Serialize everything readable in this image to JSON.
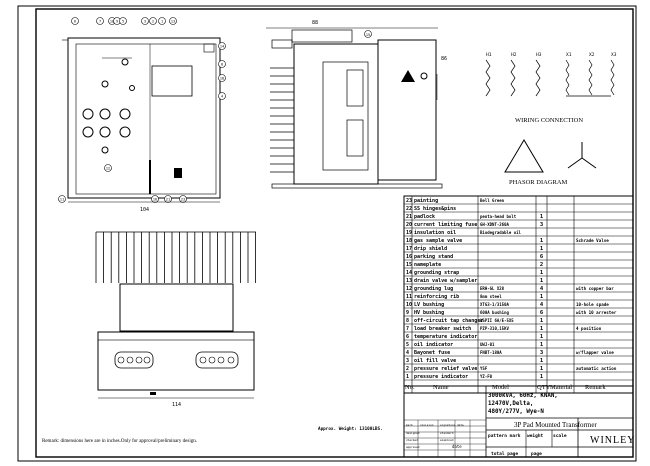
{
  "bom_header": {
    "no": "No.",
    "name": "Name",
    "model": "Model",
    "qty": "QTY",
    "material": "Material",
    "remark": "Remark"
  },
  "bom": [
    {
      "no": "23",
      "name": "painting",
      "model": "Bell Green",
      "qty": "",
      "remark": ""
    },
    {
      "no": "22",
      "name": "SS hinges&pins",
      "model": "",
      "qty": "",
      "remark": ""
    },
    {
      "no": "21",
      "name": "padlock",
      "model": "penta-head bolt",
      "qty": "1",
      "remark": ""
    },
    {
      "no": "20",
      "name": "current limiting fuse",
      "model": "GH-XDNT-260A",
      "qty": "3",
      "remark": ""
    },
    {
      "no": "19",
      "name": "insulation oil",
      "model": "Biodegradable oil",
      "qty": "",
      "remark": ""
    },
    {
      "no": "18",
      "name": "gas sample valve",
      "model": "",
      "qty": "1",
      "remark": "Schrade Valve"
    },
    {
      "no": "17",
      "name": "drip shield",
      "model": "",
      "qty": "1",
      "remark": ""
    },
    {
      "no": "16",
      "name": "parking stand",
      "model": "",
      "qty": "6",
      "remark": ""
    },
    {
      "no": "15",
      "name": "nameplate",
      "model": "",
      "qty": "2",
      "remark": ""
    },
    {
      "no": "14",
      "name": "grounding strap",
      "model": "",
      "qty": "1",
      "remark": ""
    },
    {
      "no": "13",
      "name": "drain valve w/sampler",
      "model": "",
      "qty": "1",
      "remark": ""
    },
    {
      "no": "12",
      "name": "grounding lug",
      "model": "ERH-GL X28",
      "qty": "4",
      "remark": "with copper bar"
    },
    {
      "no": "11",
      "name": "reinforcing rib",
      "model": "8mm steel",
      "qty": "1",
      "remark": ""
    },
    {
      "no": "10",
      "name": "LV bushing",
      "model": "XTG3-1/3150A",
      "qty": "4",
      "remark": "10-hole spade"
    },
    {
      "no": "9",
      "name": "HV bushing",
      "model": "600A bushing",
      "qty": "6",
      "remark": "with 10 arrester"
    },
    {
      "no": "8",
      "name": "off-circuit tap changer",
      "model": "WSPII 6A/E-5X5",
      "qty": "1",
      "remark": ""
    },
    {
      "no": "7",
      "name": "load breaker switch",
      "model": "PZP-310,15KV",
      "qty": "1",
      "remark": "4 position"
    },
    {
      "no": "6",
      "name": "temperature indicator",
      "model": "",
      "qty": "1",
      "remark": ""
    },
    {
      "no": "5",
      "name": "oil indicator",
      "model": "UWJ-01",
      "qty": "1",
      "remark": ""
    },
    {
      "no": "4",
      "name": "Bayonet fuse",
      "model": "FNBT-180A",
      "qty": "3",
      "remark": "w/flapper valve"
    },
    {
      "no": "3",
      "name": "oil fill valve",
      "model": "",
      "qty": "1",
      "remark": ""
    },
    {
      "no": "2",
      "name": "pressure relief valve",
      "model": "YSF",
      "qty": "1",
      "remark": "automatic action"
    },
    {
      "no": "1",
      "name": "pressure indicator",
      "model": "YZ-F0",
      "qty": "1",
      "remark": ""
    }
  ],
  "spec": [
    "3000kVA, 60Hz, KNAN,",
    "12470V,Delta,",
    "480Y/277V, Wye-N"
  ],
  "title": "3P Pad Mounted Transformer",
  "company": "WINLEY",
  "tb_labels": {
    "pattern_mark": "pattern mark",
    "weight": "weight",
    "scale": "scale",
    "total_pages": "total page",
    "page": "page"
  },
  "tb_small": [
    "mark",
    "revision",
    "signature",
    "date",
    "designed",
    "standard",
    "checked",
    "examined",
    "approved",
    "date"
  ],
  "wiring_title": "WIRING CONNECTION",
  "phasor_title": "PHASOR DIAGRAM",
  "primary_terminals": [
    "H1",
    "H2",
    "H3"
  ],
  "secondary_terminals": [
    "X1",
    "X2",
    "X3"
  ],
  "remark": "Remark: dimensions here are in inches.Only for approval/preliminary design.",
  "weight_note": "Approx. Weight: 13100LBS.",
  "dims": {
    "width_front": "114",
    "depth_side": "88",
    "plan_width": "104",
    "side_height": "86"
  },
  "balloons_front": [
    "6",
    "7",
    "10",
    "9",
    "5",
    "3",
    "2",
    "1",
    "13",
    "14",
    "8",
    "18",
    "4",
    "12",
    "11",
    "16",
    "21",
    "23"
  ],
  "side_balloon": "15"
}
